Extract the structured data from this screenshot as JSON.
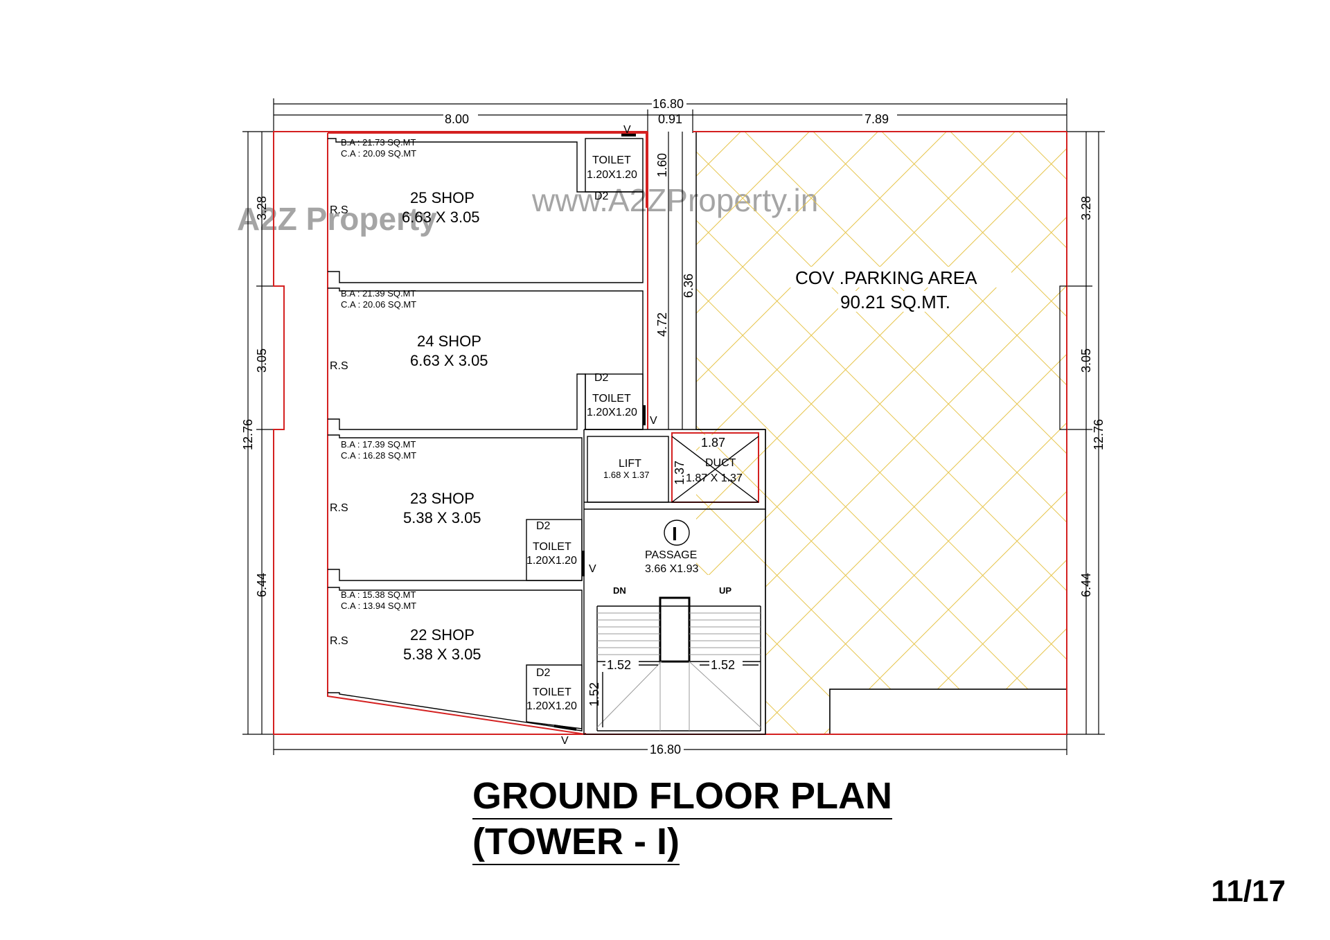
{
  "title_line1": "GROUND FLOOR PLAN",
  "title_line2": "(TOWER - I)",
  "page_number": "11/17",
  "watermark": {
    "logo": "A2Z Property",
    "url": "www.A2ZProperty.in"
  },
  "dimensions": {
    "top_total": "16.80",
    "top_left": "8.00",
    "top_mid": "0.91",
    "top_right": "7.89",
    "bottom_total": "16.80",
    "left_total": "12.76",
    "left_top": "3.28",
    "left_mid": "3.05",
    "left_bottom": "6.44",
    "right_total": "12.76",
    "right_top": "3.28",
    "right_mid": "3.05",
    "right_bottom": "6.44",
    "toilet_top": "1.60",
    "corridor_a": "4.72",
    "corridor_b": "6.36",
    "duct_w": "1.87",
    "duct_h": "1.37",
    "stair_left": "1.52",
    "stair_right": "1.52",
    "stair_vert": "1.52"
  },
  "shops": [
    {
      "ba": "B.A : 21.73 SQ.MT",
      "ca": "C.A : 20.09 SQ.MT",
      "name": "25 SHOP",
      "size": "6.63 X 3.05",
      "rs": "R.S"
    },
    {
      "ba": "B.A : 21.39 SQ.MT",
      "ca": "C.A : 20.06 SQ.MT",
      "name": "24 SHOP",
      "size": "6.63 X 3.05",
      "rs": "R.S"
    },
    {
      "ba": "B.A : 17.39 SQ.MT",
      "ca": "C.A : 16.28 SQ.MT",
      "name": "23 SHOP",
      "size": "5.38 X 3.05",
      "rs": "R.S"
    },
    {
      "ba": "B.A : 15.38 SQ.MT",
      "ca": "C.A : 13.94 SQ.MT",
      "name": "22 SHOP",
      "size": "5.38 X 3.05",
      "rs": "R.S"
    }
  ],
  "toilet": {
    "label": "TOILET",
    "size": "1.20X1.20",
    "door": "D2",
    "vent": "V"
  },
  "lift": {
    "label": "LIFT",
    "size": "1.68 X 1.37"
  },
  "duct": {
    "label": "DUCT",
    "size": "1.87 X 1.37"
  },
  "passage": {
    "marker": "I",
    "label": "PASSAGE",
    "size": "3.66 X1.93"
  },
  "stairs": {
    "down": "DN",
    "up": "UP"
  },
  "parking": {
    "label": "COV .PARKING  AREA",
    "area": "90.21 SQ.MT."
  },
  "colors": {
    "outline": "#d42020",
    "hatch": "#e6c44a",
    "line": "#000000"
  }
}
